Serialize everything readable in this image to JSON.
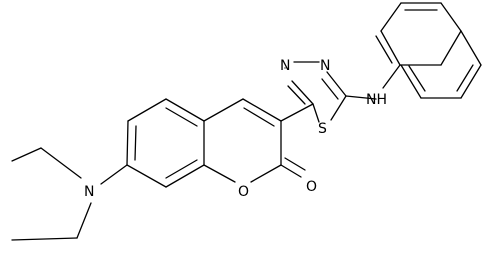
{
  "molecule": {
    "atom_labels": {
      "diethylamino_nitrogen": "N",
      "ring_oxygen": "O",
      "carbonyl_oxygen": "O",
      "thiadiazole_nitrogen_1": "N",
      "thiadiazole_nitrogen_2": "N",
      "thiadiazole_sulfur": "S",
      "amine_nh": "NH"
    },
    "colors": {
      "bond": "#000000",
      "label": "#000000",
      "background": "#ffffff"
    }
  }
}
